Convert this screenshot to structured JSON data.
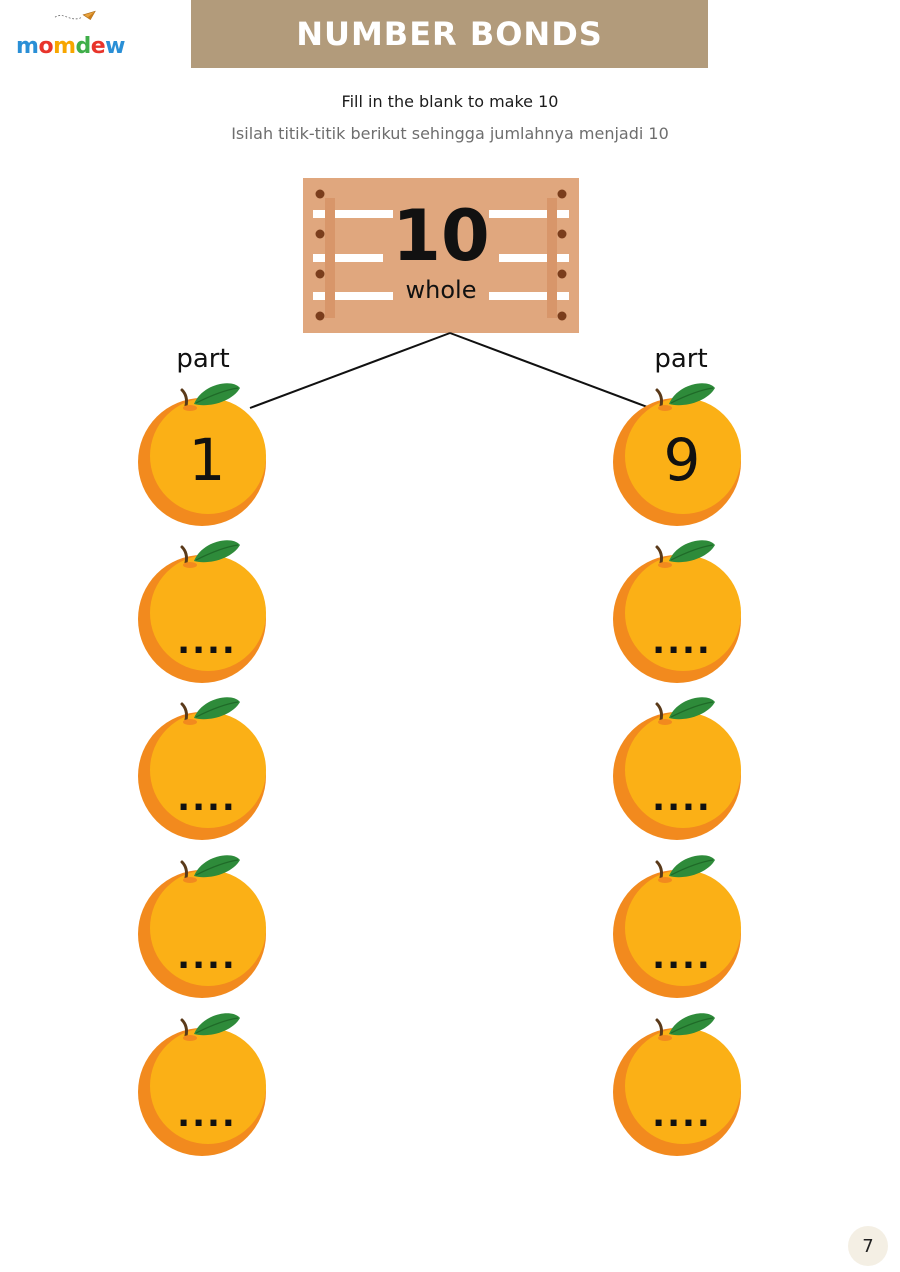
{
  "logo": {
    "text": "momdew",
    "letter_colors": [
      "#2a8fd6",
      "#e8342b",
      "#f7a600",
      "#3fae49",
      "#e8342b",
      "#2a8fd6"
    ]
  },
  "header": {
    "title": "NUMBER BONDS",
    "banner_color": "#b29b7b"
  },
  "instructions": {
    "english": "Fill in the blank to make 10",
    "indonesian": "Isilah titik-titik berikut sehingga jumlahnya menjadi 10"
  },
  "whole": {
    "number": "10",
    "label": "whole",
    "crate_color": "#e0a77e"
  },
  "parts": {
    "left_label": "part",
    "right_label": "part",
    "left_values": [
      "1",
      "....",
      "....",
      "....",
      "...."
    ],
    "right_values": [
      "9",
      "....",
      "....",
      "....",
      "...."
    ]
  },
  "colors": {
    "orange_light": "#fbb016",
    "orange_dark": "#f28a1e",
    "leaf": "#2e8b3a"
  },
  "page_number": "7"
}
